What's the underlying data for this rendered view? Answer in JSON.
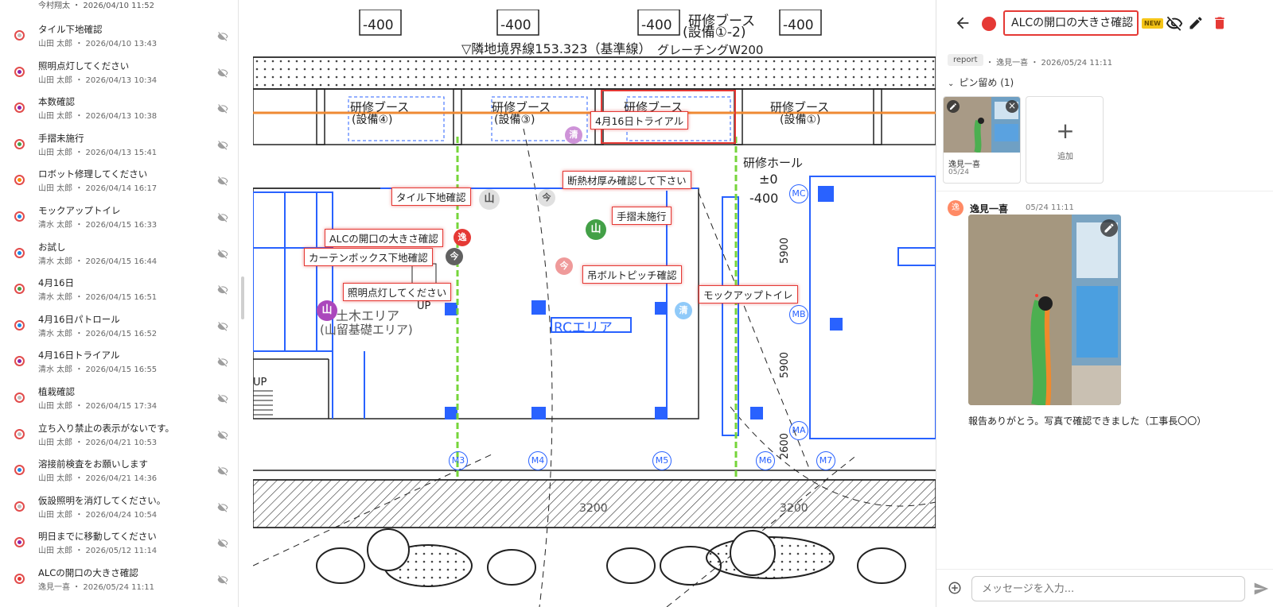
{
  "list": {
    "top_partial": "今村翔太 ・ 2026/04/10 11:52",
    "items": [
      {
        "title": "タイル下地確認",
        "meta": "山田 太郎 ・ 2026/04/10 13:43",
        "color": "#bdbdbd"
      },
      {
        "title": "照明点灯してください",
        "meta": "山田 太郎 ・ 2026/04/13 10:34",
        "color": "#8e24aa"
      },
      {
        "title": "本数確認",
        "meta": "山田 太郎 ・ 2026/04/13 10:38",
        "color": "#8e24aa"
      },
      {
        "title": "手摺未施行",
        "meta": "山田 太郎 ・ 2026/04/13 15:41",
        "color": "#43a047"
      },
      {
        "title": "ロボット修理してください",
        "meta": "山田 太郎 ・ 2026/04/14 16:17",
        "color": "#fb8c00"
      },
      {
        "title": "モックアップトイレ",
        "meta": "清水 太郎 ・ 2026/04/15 16:33",
        "color": "#1e88e5"
      },
      {
        "title": "お試し",
        "meta": "清水 太郎 ・ 2026/04/15 16:44",
        "color": "#1e88e5"
      },
      {
        "title": "4月16日",
        "meta": "清水 太郎 ・ 2026/04/15 16:51",
        "color": "#43a047"
      },
      {
        "title": "4月16日パトロール",
        "meta": "清水 太郎 ・ 2026/04/15 16:52",
        "color": "#1e88e5"
      },
      {
        "title": "4月16日トライアル",
        "meta": "清水 太郎 ・ 2026/04/15 16:55",
        "color": "#8e24aa"
      },
      {
        "title": "植栽確認",
        "meta": "山田 太郎 ・ 2026/04/15 17:34",
        "color": "#bdbdbd"
      },
      {
        "title": "立ち入り禁止の表示がないです。",
        "meta": "山田 太郎 ・ 2026/04/21 10:53",
        "color": "#bdbdbd"
      },
      {
        "title": "溶接前検査をお願いします",
        "meta": "山田 太郎 ・ 2026/04/21 14:36",
        "color": "#1e88e5"
      },
      {
        "title": "仮設照明を消灯してください。",
        "meta": "山田 太郎 ・ 2026/04/24 10:54",
        "color": "#bdbdbd"
      },
      {
        "title": "明日までに移動してください",
        "meta": "山田 太郎 ・ 2026/05/12 11:14",
        "color": "#8e24aa"
      },
      {
        "title": "ALCの開口の大きさ確認",
        "meta": "逸見一喜 ・ 2026/05/24 11:11",
        "color": "#e53935"
      }
    ]
  },
  "drawing": {
    "top_labels": [
      "-400",
      "-400",
      "-400",
      "研修ブース",
      "(設備①-2)",
      "-400"
    ],
    "heading": "▽隣地境界線153.323（基準線）",
    "grating": "グレーチングW200",
    "booths": [
      "研修ブース",
      "研修ブース",
      "研修ブース",
      "研修ブース"
    ],
    "booth_subs": [
      "(設備④)",
      "(設備③)",
      "(設備①)"
    ],
    "hall": "研修ホール",
    "hall_level": "±0",
    "hall_level2": "-400",
    "area_rc": "RCエリア",
    "area_civil": "土木エリア",
    "area_civil2": "(山留基礎エリア)",
    "up": "UP",
    "dim_vertical1": "5900",
    "dim_vertical2": "5900",
    "dim_vertical3": "2600",
    "dim_h1": "3200",
    "dim_h2": "3200",
    "grid": [
      "M3",
      "M4",
      "M5",
      "M6",
      "M7"
    ],
    "rows": [
      "MC",
      "MB",
      "MA"
    ],
    "callouts": [
      {
        "text": "4月16日トライアル"
      },
      {
        "text": "断熱材厚み確認して下さい"
      },
      {
        "text": "タイル下地確認"
      },
      {
        "text": "手摺未施行"
      },
      {
        "text": "ALCの開口の大きさ確認"
      },
      {
        "text": "カーテンボックス下地確認"
      },
      {
        "text": "吊ボルトピッチ確認"
      },
      {
        "text": "照明点灯してください"
      },
      {
        "text": "モックアップトイレ"
      }
    ],
    "markers": [
      {
        "label": "清",
        "color": "#ce93d8"
      },
      {
        "label": "今",
        "color": "#e0e0e0"
      },
      {
        "label": "山",
        "color": "#e0e0e0"
      },
      {
        "label": "山",
        "color": "#43a047"
      },
      {
        "label": "逸",
        "color": "#e53935"
      },
      {
        "label": "今",
        "color": "#616161"
      },
      {
        "label": "今",
        "color": "#ef9a9a"
      },
      {
        "label": "山",
        "color": "#ab47bc"
      },
      {
        "label": "清",
        "color": "#90caf9"
      }
    ]
  },
  "panel": {
    "title": "ALCの開口の大きさ確認",
    "new_badge": "NEW",
    "tag": "report",
    "tag_meta": "・ 逸見一喜 ・ 2026/05/24 11:11",
    "pin_header": "ピン留め (1)",
    "pin_author": "逸見一喜",
    "pin_date": "05/24",
    "add_label": "追加",
    "message": {
      "avatar": "逸",
      "name": "逸見一喜",
      "time": "05/24 11:11",
      "text": "報告ありがとう。写真で確認できました（工事長〇〇）"
    },
    "composer_placeholder": "メッセージを入力..."
  }
}
